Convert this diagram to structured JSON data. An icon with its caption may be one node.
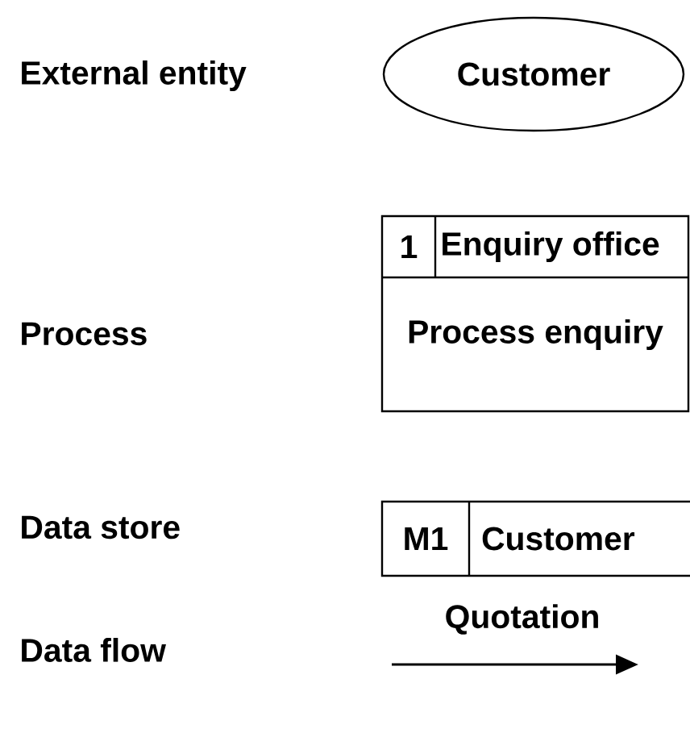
{
  "diagram": {
    "nodes": [
      {
        "text": [
          "Customer"
        ]
      },
      {
        "text": [
          "1",
          "Enquiry office",
          "Process enquiry"
        ]
      },
      {
        "text": [
          "M1",
          "Customer"
        ]
      }
    ],
    "labels": [
      "External entity",
      "Process",
      "Data store",
      "Quotation",
      "Data flow"
    ]
  }
}
